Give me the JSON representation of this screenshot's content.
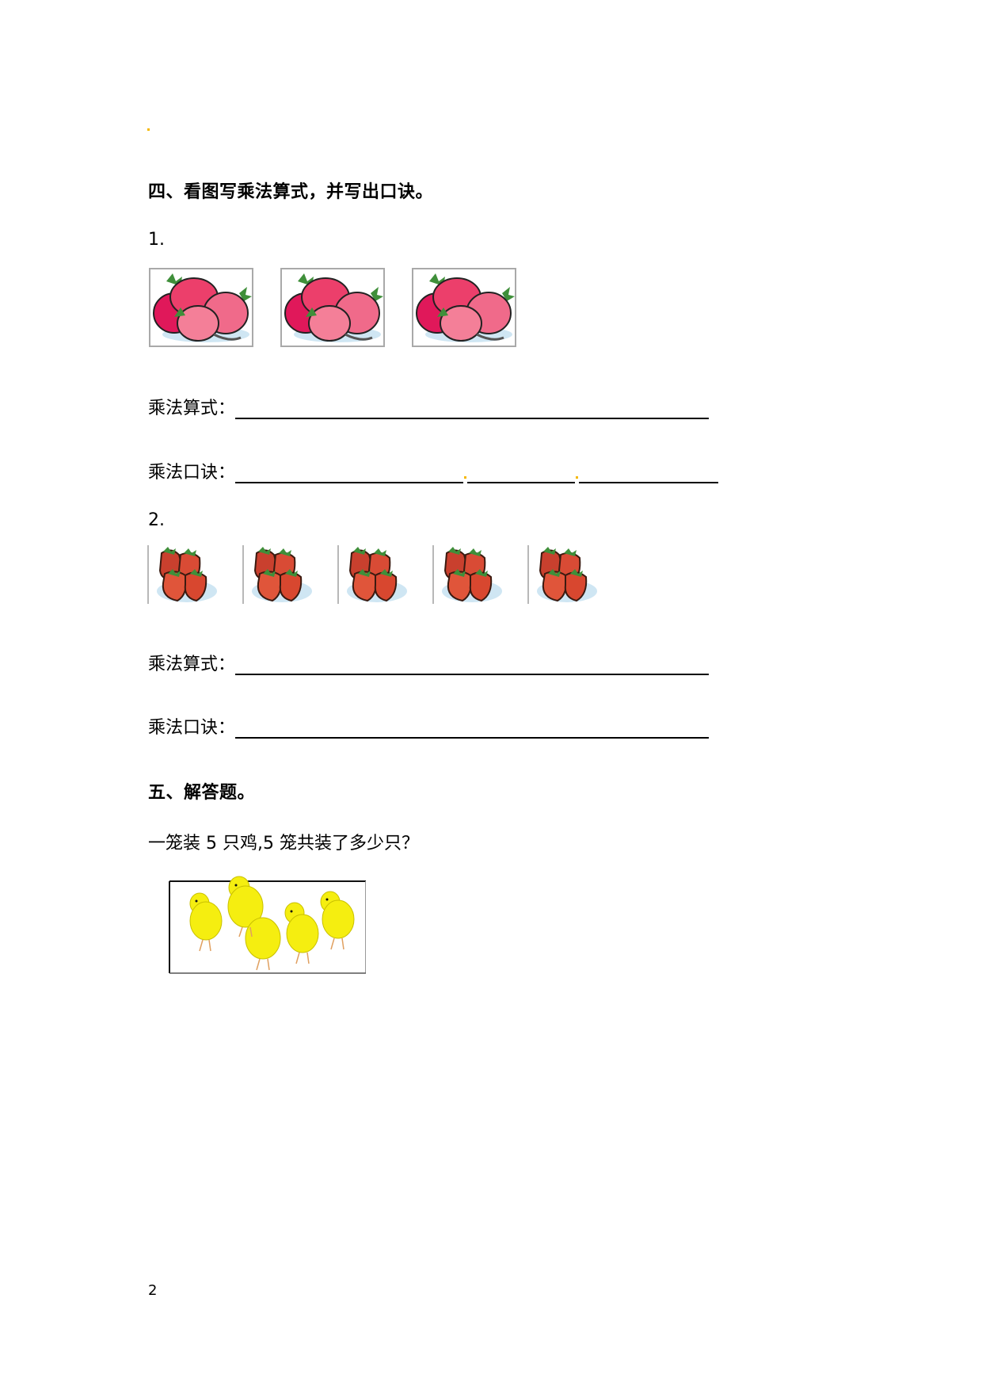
{
  "page": {
    "number": "2"
  },
  "section4": {
    "title": "四、看图写乘法算式，并写出口诀。",
    "q1": {
      "label": "1.",
      "image": {
        "icon": "radish-bunch-icon",
        "count": 3
      },
      "formula_label": "乘法算式：",
      "rhyme_label": "乘法口诀："
    },
    "q2": {
      "label": "2.",
      "image": {
        "icon": "strawberry-bunch-icon",
        "count": 5
      },
      "formula_label": "乘法算式：",
      "rhyme_label": "乘法口诀："
    }
  },
  "section5": {
    "title": "五、解答题。",
    "problem": "一笼装 5 只鸡,5 笼共装了多少只？",
    "image": {
      "icon": "chicks-icon",
      "count": 5
    }
  },
  "colors": {
    "radish": "#e8245a",
    "radish_leaf": "#3f8f3a",
    "strawberry": "#d83a2a",
    "chick": "#f5ee10",
    "marker": "#f5b800"
  }
}
